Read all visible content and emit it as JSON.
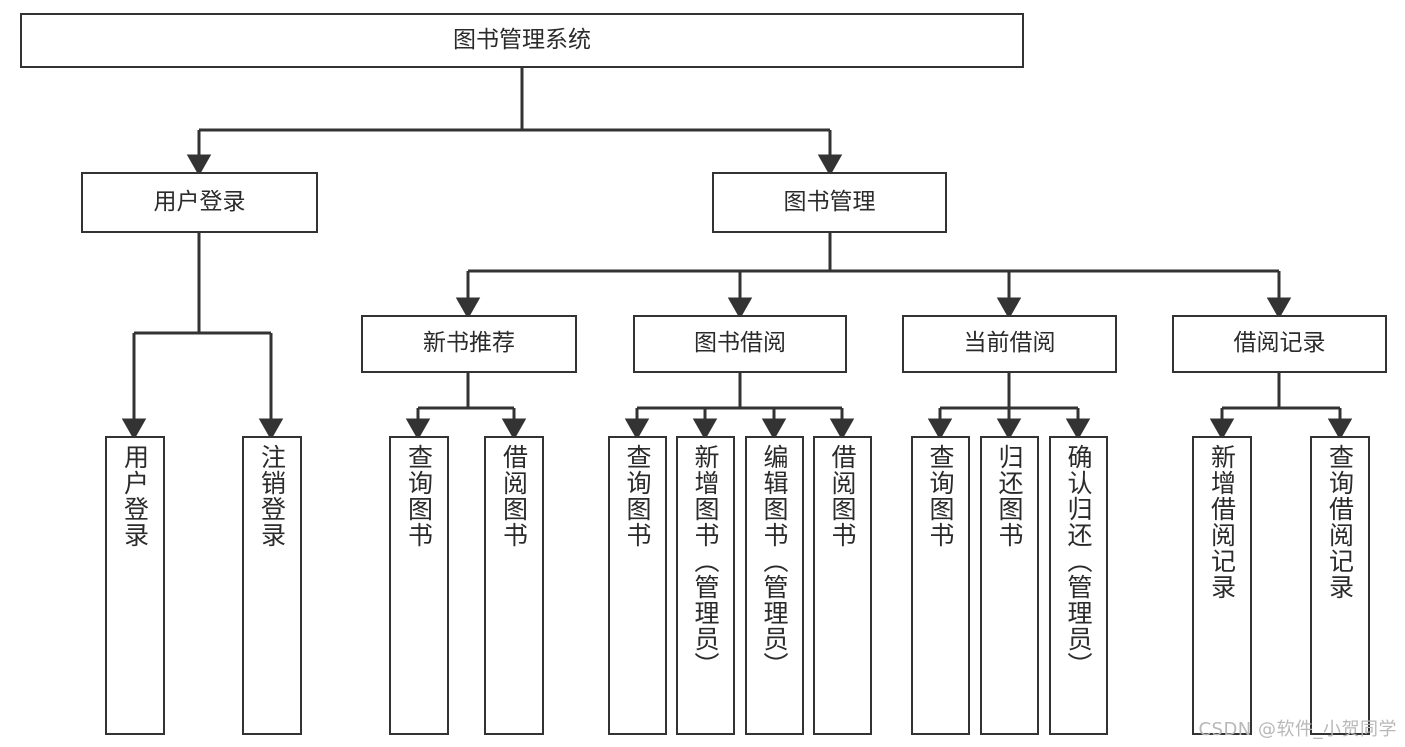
{
  "diagram": {
    "title": "图书管理系统",
    "watermark": "CSDN @软件_小贺同学",
    "line_color": "#333333",
    "box_fill": "#ffffff",
    "text_color": "#2b2b2b",
    "nodes": {
      "root": {
        "label": "图书管理系统"
      },
      "level1": [
        {
          "label": "用户登录"
        },
        {
          "label": "图书管理"
        }
      ],
      "level2": [
        {
          "label": "新书推荐"
        },
        {
          "label": "图书借阅"
        },
        {
          "label": "当前借阅"
        },
        {
          "label": "借阅记录"
        }
      ],
      "leaves_user_login": [
        {
          "label": "用户登录"
        },
        {
          "label": "注销登录"
        }
      ],
      "leaves_new_book": [
        {
          "label": "查询图书"
        },
        {
          "label": "借阅图书"
        }
      ],
      "leaves_borrow": [
        {
          "label": "查询图书"
        },
        {
          "label": "新增图书（管理员）"
        },
        {
          "label": "编辑图书（管理员）"
        },
        {
          "label": "借阅图书"
        }
      ],
      "leaves_current": [
        {
          "label": "查询图书"
        },
        {
          "label": "归还图书"
        },
        {
          "label": "确认归还（管理员）"
        }
      ],
      "leaves_records": [
        {
          "label": "新增借阅记录"
        },
        {
          "label": "查询借阅记录"
        }
      ]
    }
  }
}
